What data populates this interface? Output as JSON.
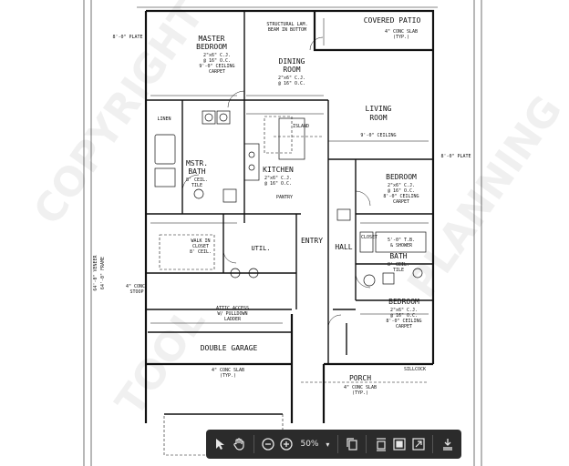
{
  "rooms": {
    "master_bedroom": [
      "MASTER",
      "BEDROOM"
    ],
    "master_bedroom_spec": [
      "2\"x6\" C.J.",
      "@ 16\" O.C.",
      "9'-0\" CEILING",
      "CARPET"
    ],
    "dining_room": [
      "DINING",
      "ROOM"
    ],
    "dining_spec": [
      "2\"x6\" C.J.",
      "@ 16\" O.C."
    ],
    "covered_patio": "COVERED PATIO",
    "patio_spec": [
      "4\" CONC SLAB",
      "(TYP.)"
    ],
    "living_room": [
      "LIVING",
      "ROOM"
    ],
    "living_spec": [
      "9'-0\" CEILING"
    ],
    "mstr_bath": [
      "MSTR.",
      "BATH"
    ],
    "mstr_bath_spec": [
      "8' CEIL.",
      "TILE"
    ],
    "kitchen": "KITCHEN",
    "kitchen_spec": [
      "2\"x6\" C.J.",
      "@ 16\" O.C."
    ],
    "bedroom_1": "BEDROOM",
    "bedroom_1_spec": [
      "2\"x6\" C.J.",
      "@ 16\" O.C.",
      "8'-0\" CEILING",
      "CARPET"
    ],
    "hall": "HALL",
    "entry": "ENTRY",
    "bath": "BATH",
    "bath_spec": [
      "8' CEIL.",
      "TILE"
    ],
    "bedroom_2": "BEDROOM",
    "bedroom_2_spec": [
      "2\"x6\" C.J.",
      "@ 16\" O.C.",
      "8'-0\" CEILING",
      "CARPET"
    ],
    "walk_in_closet": [
      "WALK IN",
      "CLOSET",
      "8' CEIL."
    ],
    "util": "UTIL.",
    "pantry": "PANTRY",
    "linen": "LINEN",
    "double_garage": "DOUBLE GARAGE",
    "garage_spec": [
      "4\" CONC SLAB",
      "(TYP.)"
    ],
    "porch": "PORCH",
    "porch_spec": [
      "4\" CONC SLAB",
      "(TYP.)"
    ],
    "island": "ISLAND",
    "attic_access": [
      "ATTIC ACCESS",
      "W/ PULLDOWN",
      "LADDER"
    ],
    "structural_beam": [
      "STRUCTURAL LAM.",
      "BEAM IN BOTTOM"
    ],
    "shower": [
      "5'-0\" T.B.",
      "& SHOWER"
    ],
    "closet": [
      "CLOSET"
    ],
    "plate_left": "8'-0\" PLATE",
    "plate_right": "8'-0\" PLATE",
    "dim_width": "64'-0\" VENEER",
    "dim_width2": "64'-0\" FRAME",
    "sillcock": "SILLCOCK",
    "conc_stoop": [
      "4\" CONC.",
      "STOOP"
    ]
  },
  "watermark": [
    "COPYRIGHT",
    "TOOL",
    "PLANNING"
  ],
  "toolbar": {
    "zoom_label": "50%",
    "caret": "▾"
  },
  "icons": [
    "cursor-icon",
    "hand-icon",
    "zoom-out-icon",
    "zoom-in-icon",
    "copy-icon",
    "page-view-icon",
    "fit-icon",
    "fullscreen-icon",
    "download-icon"
  ]
}
